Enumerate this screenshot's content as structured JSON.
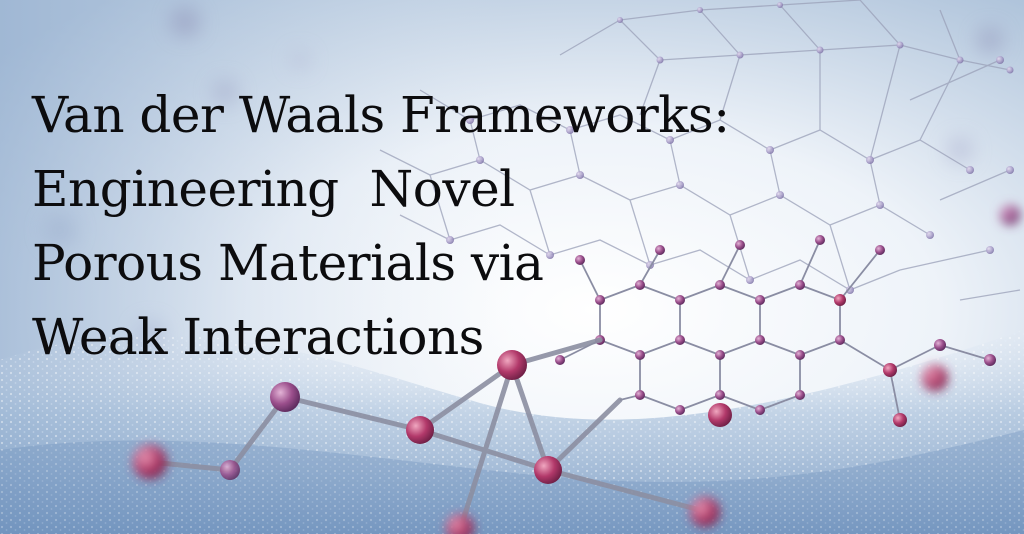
{
  "image": {
    "subject": "molecular-network",
    "palette": {
      "background_light": "#f3f7fb",
      "background_blue": "#a9c1dc",
      "water_blue": "#7ea3c9",
      "bond_gray": "#8c8fa2",
      "node_purple": "#8e4f86",
      "node_magenta": "#b2396a",
      "title_text": "#0c0c0e"
    }
  },
  "title": {
    "line1": "Van der Waals Frameworks:",
    "line2": "Engineering  Novel",
    "line3": "Porous Materials via",
    "line4": "Weak Interactions"
  }
}
